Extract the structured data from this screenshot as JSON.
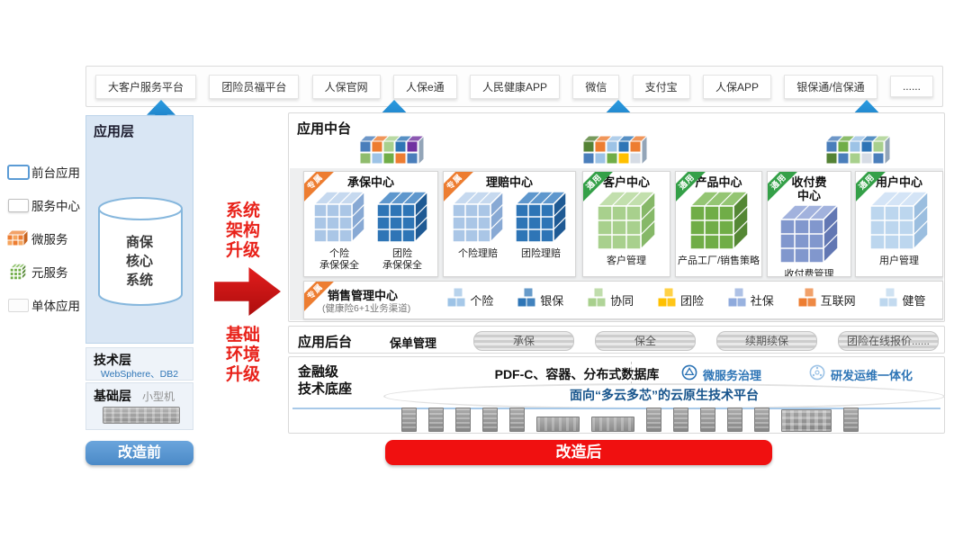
{
  "top_platforms": [
    "大客户服务平台",
    "团险员福平台",
    "人保官网",
    "人保e通",
    "人民健康APP",
    "微信",
    "支付宝",
    "人保APP",
    "银保通/信保通",
    "......"
  ],
  "legend": {
    "items": [
      {
        "label": "前台应用",
        "icon": "front-app-icon"
      },
      {
        "label": "服务中心",
        "icon": "service-center-icon"
      },
      {
        "label": "微服务",
        "icon": "microservice-cube-icon"
      },
      {
        "label": "元服务",
        "icon": "metaservice-cube-icon"
      },
      {
        "label": "单体应用",
        "icon": "monolith-icon"
      }
    ]
  },
  "before": {
    "app_layer_label": "应用层",
    "core_system": "商保\n核心\n系统",
    "tech_layer_label": "技术层",
    "tech_detail": "WebSphere、DB2",
    "infra_layer_label": "基础层",
    "infra_detail": "小型机",
    "button_label": "改造前"
  },
  "transform": {
    "system_text": "系统\n架构\n升级",
    "infra_text": "基础\n环境\n升级"
  },
  "middle": {
    "label": "应用中台",
    "centers": [
      {
        "tag": "专属",
        "tag_color": "#ed7d31",
        "title": "承保中心",
        "cubes": [
          {
            "palette": "lightBlue",
            "label": "个险\n承保保全"
          },
          {
            "palette": "darkBlue",
            "label": "团险\n承保保全"
          }
        ]
      },
      {
        "tag": "专属",
        "tag_color": "#ed7d31",
        "title": "理赔中心",
        "cubes": [
          {
            "palette": "lightBlue",
            "label": "个险理赔"
          },
          {
            "palette": "darkBlue",
            "label": "团险理赔"
          }
        ]
      },
      {
        "tag": "通用",
        "tag_color": "#34a048",
        "title": "客户中心",
        "cubes": [
          {
            "palette": "lightGreen",
            "label": "客户管理"
          }
        ]
      },
      {
        "tag": "通用",
        "tag_color": "#34a048",
        "title": "产品中心",
        "cubes": [
          {
            "palette": "green",
            "label": "产品工厂/销售策略"
          }
        ]
      },
      {
        "tag": "通用",
        "tag_color": "#34a048",
        "title": "收付费\n中心",
        "cubes": [
          {
            "palette": "slateBlue",
            "label": "收付费管理"
          }
        ]
      },
      {
        "tag": "通用",
        "tag_color": "#34a048",
        "title": "用户中心",
        "cubes": [
          {
            "palette": "paleBlue",
            "label": "用户管理"
          }
        ]
      }
    ],
    "sales": {
      "tag": "专属",
      "tag_color": "#ed7d31",
      "title": "销售管理中心",
      "subtitle": "(健康险6+1业务渠道)",
      "channels": [
        {
          "label": "个险",
          "color": "#9dc3e6"
        },
        {
          "label": "银保",
          "color": "#2e75b6"
        },
        {
          "label": "协同",
          "color": "#a8d08d"
        },
        {
          "label": "团险",
          "color": "#ffc000"
        },
        {
          "label": "社保",
          "color": "#8faadc"
        },
        {
          "label": "互联网",
          "color": "#ed7d31"
        },
        {
          "label": "健管",
          "color": "#bdd7ee"
        }
      ]
    }
  },
  "backend": {
    "label": "应用后台",
    "group": "保单管理",
    "items": [
      "承保",
      "保全",
      "续期续保",
      "团险在线报价......"
    ]
  },
  "techbase": {
    "label": "金融级\n技术底座",
    "platform_text": "PDF-C、容器、分布式数据库",
    "governance_label": "微服务治理",
    "devops_label": "研发运维一体化",
    "cloud_text": "面向“多云多芯”的云原生技术平台",
    "servers": [
      "tower",
      "tower",
      "tower",
      "tower",
      "tower",
      "wide",
      "wide",
      "tower",
      "tower",
      "tower",
      "tower",
      "tower",
      "rack",
      "tower"
    ]
  },
  "after_button_label": "改造后",
  "colors": {
    "accent_blue": "#1d86d5",
    "transform_red": "#e8221a",
    "before_button_blue": "#5b9bd5",
    "after_button_red": "#f01010",
    "cube_palettes": {
      "lightBlue": {
        "front": "#aac6e6",
        "top": "#c6d9ef",
        "side": "#88a9d4"
      },
      "darkBlue": {
        "front": "#2e75b6",
        "top": "#5e97cd",
        "side": "#1f5a94"
      },
      "lightGreen": {
        "front": "#a8d08d",
        "top": "#c2dfad",
        "side": "#86b868"
      },
      "green": {
        "front": "#70ad47",
        "top": "#94c573",
        "side": "#548734"
      },
      "slateBlue": {
        "front": "#8197cd",
        "top": "#a2b2dd",
        "side": "#6277b3"
      },
      "paleBlue": {
        "front": "#bcd6ee",
        "top": "#d4e4f6",
        "side": "#9bbedf"
      }
    },
    "mosaic_clusters": [
      {
        "top": [
          "#4a7ebb",
          "#ed7d31",
          "#a8d08d",
          "#2e75b6",
          "#7030a0"
        ],
        "bottom": [
          "#8fbc6d",
          "#9dc3e6",
          "#70ad47",
          "#ed7d31",
          "#4a7ebb"
        ]
      },
      {
        "top": [
          "#548235",
          "#ed7d31",
          "#9dc3e6",
          "#2e75b6",
          "#ed7d31"
        ],
        "bottom": [
          "#4a7ebb",
          "#9dc3e6",
          "#70ad47",
          "#ffc000",
          "#d6dce5"
        ]
      },
      {
        "top": [
          "#4a7ebb",
          "#70ad47",
          "#9dc3e6",
          "#2e75b6",
          "#a8d08d"
        ],
        "bottom": [
          "#548235",
          "#4a7ebb",
          "#a8d08d",
          "#d6dce5",
          "#4a7ebb"
        ]
      }
    ]
  }
}
